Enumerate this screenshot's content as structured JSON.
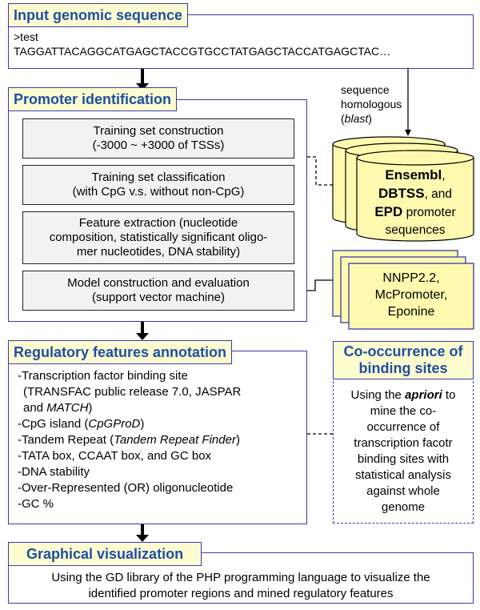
{
  "input": {
    "header": "Input genomic sequence",
    "seq_name": ">test",
    "seq": "TAGGATTACAGGCATGAGCTACCGTGCCTATGAGCTACCATGAGCTAC…"
  },
  "homology_note": {
    "line1": "sequence",
    "line2": "homologous",
    "line3": "(blast)"
  },
  "promoter": {
    "header": "Promoter identification",
    "steps": [
      {
        "l1": "Training set construction",
        "l2": "(-3000 ~ +3000 of TSSs)"
      },
      {
        "l1": "Training set classification",
        "l2": "(with CpG v.s. without non-CpG)"
      },
      {
        "l1": "Feature extraction (nucleotide",
        "l2": "composition, statistically significant oligo-",
        "l3": "mer nucleotides, DNA stability)"
      },
      {
        "l1": "Model construction and evaluation",
        "l2": "(support vector machine)"
      }
    ]
  },
  "databases": {
    "ensembl": "Ensembl",
    "comma": ",",
    "dbtss": "DBTSS",
    "and": ", and",
    "epd": "EPD",
    "promoter": " promoter",
    "sequences": "sequences"
  },
  "tools": {
    "l1": "NNPP2.2,",
    "l2": "McPromoter,",
    "l3": "Eponine"
  },
  "regulatory": {
    "header": "Regulatory features annotation",
    "items": {
      "tfbs": "-Transcription factor binding site",
      "tfbs2": "(TRANSFAC public release 7.0, JASPAR",
      "tfbs3a": "and ",
      "tfbs3b": "MATCH",
      "tfbs3c": ")",
      "cpg_a": "-CpG island (",
      "cpg_b": "CpGProD",
      "cpg_c": ")",
      "tr_a": "-Tandem Repeat (",
      "tr_b": "Tandem Repeat Finder",
      "tr_c": ")",
      "tata": "-TATA box, CCAAT box, and GC box",
      "dna": "-DNA stability",
      "or": "-Over-Represented (OR) oligonucleotide",
      "gc": "-GC %"
    }
  },
  "cooccur": {
    "header_l1": "Co-occurrence of",
    "header_l2": "binding sites",
    "l1a": "Using the ",
    "l1b": "apriori",
    "l1c": " to",
    "l2": "mine the co-",
    "l3": "occurrence of",
    "l4": "transcription facotr",
    "l5": "binding sites with",
    "l6": "statistical analysis",
    "l7": "against whole",
    "l8": "genome"
  },
  "graphical": {
    "header": "Graphical visualization",
    "l1": "Using the GD library of the PHP programming language to visualize the",
    "l2": "identified promoter regions and mined regulatory features"
  },
  "colors": {
    "border": "#3a3aa8",
    "header_fill": "#fdfcd0",
    "header_text": "#1f4fa3",
    "db_fill": "#fdfab0"
  }
}
